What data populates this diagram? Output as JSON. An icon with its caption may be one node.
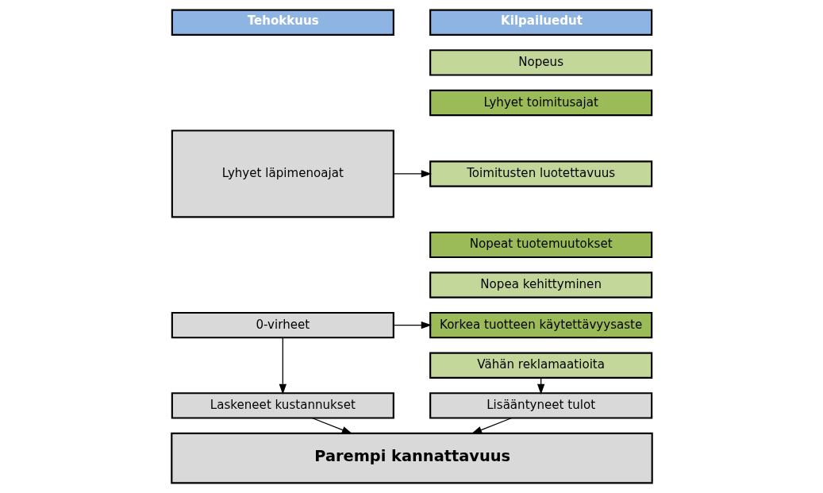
{
  "diagram": {
    "nodes": [
      {
        "text": [
          "Tehokkuus"
        ]
      },
      {
        "text": [
          "Lyhyet läpimenoajat"
        ]
      },
      {
        "text": [
          "0-virheet"
        ]
      },
      {
        "text": [
          "Kilpailuedut"
        ]
      },
      {
        "text": [
          "Nopeus"
        ]
      },
      {
        "text": [
          "Lyhyet toimitusajat"
        ]
      },
      {
        "text": [
          "Toimitusten luotettavuus"
        ]
      },
      {
        "text": [
          "Nopeat tuotemuutokset"
        ]
      },
      {
        "text": [
          "Nopea kehittyminen"
        ]
      },
      {
        "text": [
          "Korkea tuotteen käytettävyysaste"
        ]
      },
      {
        "text": [
          "Vähän reklamaatioita"
        ]
      },
      {
        "text": [
          "Laskeneet kustannukset"
        ]
      },
      {
        "text": [
          "Lisääntyneet tulot"
        ]
      },
      {
        "text": [
          "Parempi kannattavuus"
        ]
      }
    ],
    "edges": [
      {
        "from": 1,
        "to": 6,
        "arrow": "to"
      },
      {
        "from": 2,
        "to": 9,
        "arrow": "to"
      },
      {
        "from": 2,
        "to": 11,
        "arrow": "to"
      },
      {
        "from": 10,
        "to": 12,
        "arrow": "to"
      },
      {
        "from": 11,
        "to": 13,
        "arrow": "to"
      },
      {
        "from": 12,
        "to": 13,
        "arrow": "to"
      }
    ]
  }
}
